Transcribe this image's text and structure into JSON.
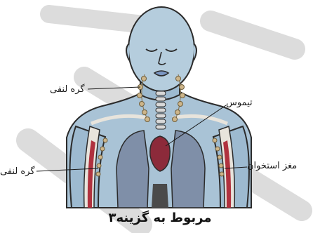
{
  "labels": {
    "lymph_node_neck": "گره لنفی",
    "thymus": "تیموس",
    "lymph_node_arm": "گره لنفی",
    "bone_marrow": "مغز استخوان"
  },
  "caption": "مربوط به گزینه۳",
  "colors": {
    "skin": "#a9c3d6",
    "skin_dark": "#8fb0c6",
    "outline": "#2b2b2b",
    "lung": "#7f8fa8",
    "thymus": "#8c2a3a",
    "bone": "#e8e4dc",
    "marrow": "#b0323f",
    "lymph_node": "#cdb58a",
    "watermark": "#d4d4d4"
  }
}
